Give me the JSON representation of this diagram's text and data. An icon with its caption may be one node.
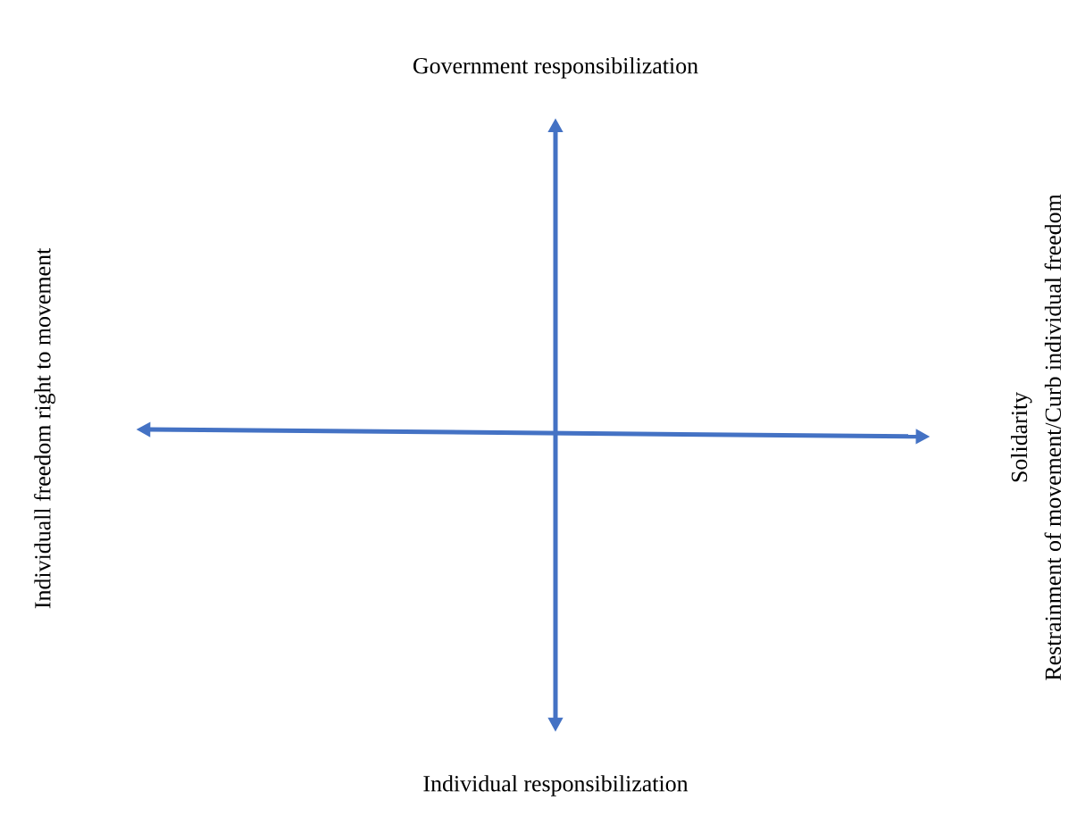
{
  "diagram": {
    "nodes": [
      {
        "text": [
          "Government responsibilization"
        ]
      },
      {
        "text": [
          "Individual responsibilization"
        ]
      },
      {
        "text": [
          "Individuall freedom right to movement"
        ]
      },
      {
        "text": [
          "Solidarity",
          "Restrainment of movement/Curb individual freedom"
        ]
      }
    ],
    "edges": [
      {
        "from": 0,
        "to": 1,
        "arrow": "both"
      },
      {
        "from": 2,
        "to": 3,
        "arrow": "both"
      }
    ]
  }
}
